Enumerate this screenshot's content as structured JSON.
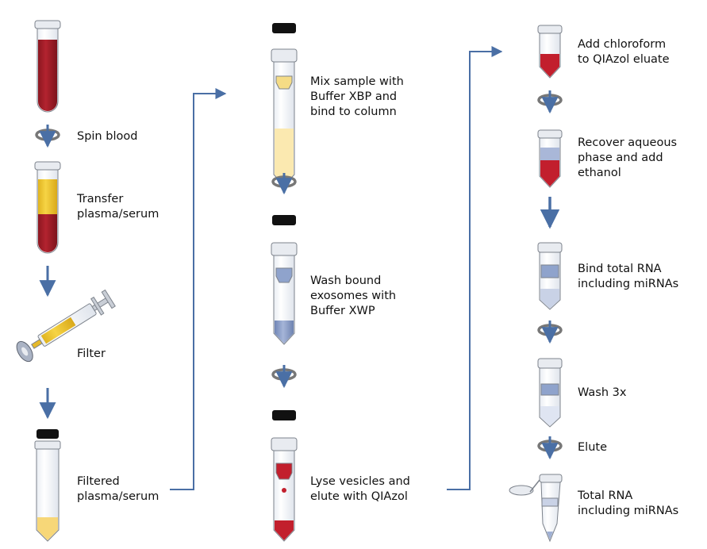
{
  "colors": {
    "arrow": "#4a6fa5",
    "blood": "#a31f2a",
    "plasma": "#f2cc3a",
    "filtered_plasma": "#f7d778",
    "buffer_xbp": "#fbe9b0",
    "wash_blue": "#8fa3cc",
    "lysate_red": "#c21f2d",
    "cap": "#111111",
    "tube_outline": "#8a8f99"
  },
  "columns": [
    {
      "steps": [
        {
          "lines": [
            "Spin blood"
          ],
          "icon": "spin-icon"
        },
        {
          "lines": [
            "Transfer",
            "plasma/serum"
          ],
          "icon": "plasma-tube-icon"
        },
        {
          "lines": [
            "Filter"
          ],
          "icon": "syringe-filter-icon"
        },
        {
          "lines": [
            "Filtered",
            "plasma/serum"
          ],
          "icon": "filtered-tube-icon"
        }
      ]
    },
    {
      "steps": [
        {
          "lines": [
            "Mix sample with",
            "Buffer XBP and",
            "bind to column"
          ],
          "icon": "spin-column-icon"
        },
        {
          "lines": [
            "Wash bound",
            "exosomes with",
            "Buffer XWP"
          ],
          "icon": "spin-column-icon"
        },
        {
          "lines": [
            "Lyse vesicles and",
            "elute with QIAzol"
          ],
          "icon": "spin-column-icon"
        }
      ]
    },
    {
      "steps": [
        {
          "lines": [
            "Add chloroform",
            "to QIAzol eluate"
          ],
          "icon": "collection-tube-icon"
        },
        {
          "lines": [
            "Recover aqueous",
            "phase and add",
            "ethanol"
          ],
          "icon": "collection-tube-icon"
        },
        {
          "lines": [
            "Bind total RNA",
            "including miRNAs"
          ],
          "icon": "mini-column-icon"
        },
        {
          "lines": [
            "Wash 3x"
          ],
          "icon": "mini-column-icon"
        },
        {
          "lines": [
            "Elute"
          ],
          "icon": "spin-icon"
        },
        {
          "lines": [
            "Total RNA",
            "including miRNAs"
          ],
          "icon": "open-column-icon"
        }
      ]
    }
  ]
}
